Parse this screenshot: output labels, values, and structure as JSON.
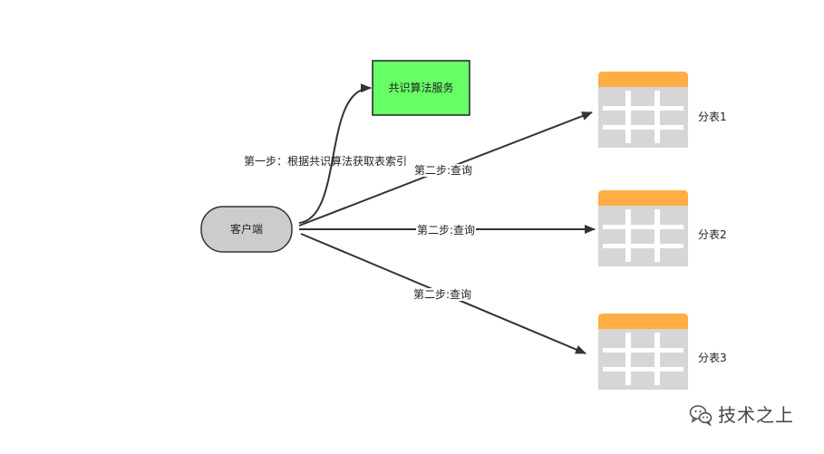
{
  "diagram": {
    "nodes": {
      "service": {
        "label": "共识算法服务",
        "fill": "#66ff66",
        "stroke": "#222222"
      },
      "client": {
        "label": "客户端",
        "fill": "#cccccc",
        "stroke": "#333333"
      },
      "tables": [
        {
          "label": "分表1"
        },
        {
          "label": "分表2"
        },
        {
          "label": "分表3"
        }
      ]
    },
    "edges": {
      "step1": {
        "label": "第一步：根据共识算法获取表索引"
      },
      "queries": [
        {
          "label": "第二步:查询"
        },
        {
          "label": "第二步:查询"
        },
        {
          "label": "第二步:查询"
        }
      ]
    },
    "colors": {
      "table_header": "#ffad45",
      "table_body": "#d6d6d6",
      "table_grid": "#ffffff",
      "edge": "#333333"
    }
  },
  "watermark": {
    "text": "技术之上",
    "icon": "wechat-icon"
  }
}
